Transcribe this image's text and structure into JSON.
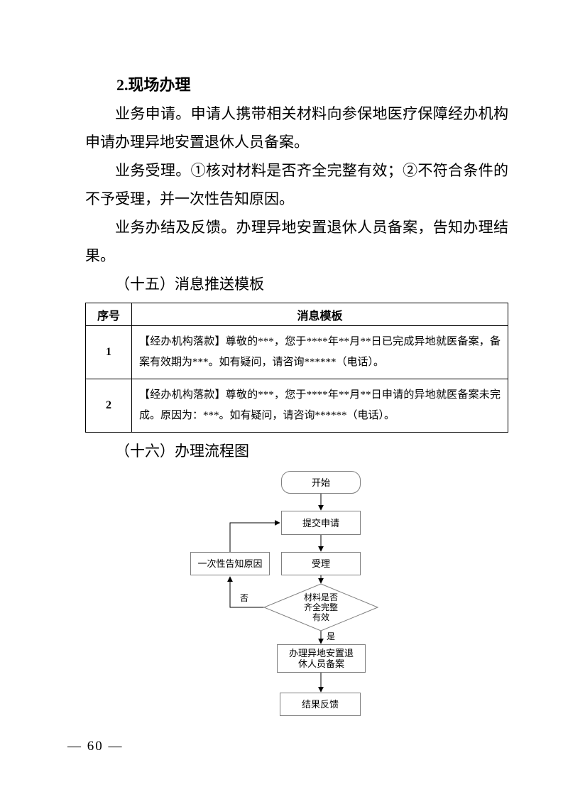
{
  "doc": {
    "heading": "2.现场办理",
    "paragraphs": [
      "业务申请。申请人携带相关材料向参保地医疗保障经办机构申请办理异地安置退休人员备案。",
      "业务受理。①核对材料是否齐全完整有效；②不符合条件的不予受理，并一次性告知原因。",
      "业务办结及反馈。办理异地安置退休人员备案，告知办理结果。"
    ],
    "section15_title": "（十五）消息推送模板",
    "section16_title": "（十六）办理流程图",
    "page_number": "— 60 —"
  },
  "table": {
    "headers": [
      "序号",
      "消息模板"
    ],
    "rows": [
      {
        "seq": "1",
        "text": "【经办机构落款】尊敬的***，您于****年**月**日已完成异地就医备案，备案有效期为***。如有疑问，请咨询******（电话）。"
      },
      {
        "seq": "2",
        "text": "【经办机构落款】尊敬的***，您于****年**月**日申请的异地就医备案未完成。原因为：***。如有疑问，请咨询******（电话）。"
      }
    ]
  },
  "flow": {
    "start": "开始",
    "submit": "提交申请",
    "accept": "受理",
    "decision": "材料是否\n齐全完整\n有效",
    "notify": "一次性告知原因",
    "handle": "办理异地安置退\n休人员备案",
    "feedback": "结果反馈",
    "yes": "是",
    "no": "否"
  }
}
